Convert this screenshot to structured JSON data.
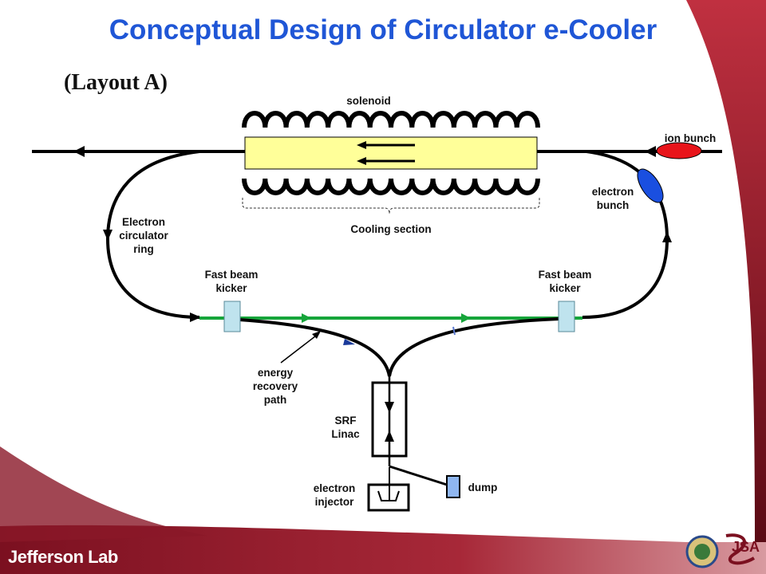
{
  "title": "Conceptual Design of Circulator e-Cooler",
  "subtitle": "(Layout A)",
  "labels": {
    "solenoid": "solenoid",
    "ion_bunch": "ion bunch",
    "electron_bunch": "electron\nbunch",
    "circulator_ring": "Electron\ncirculator\nring",
    "cooling_section": "Cooling section",
    "kicker_left": "Fast beam\nkicker",
    "kicker_right": "Fast beam\nkicker",
    "energy_recovery": "energy\nrecovery\npath",
    "srf_linac": "SRF\nLinac",
    "electron_injector": "electron\ninjector",
    "dump": "dump"
  },
  "footer": {
    "lab_logo": "Jefferson Lab",
    "jsa_logo": "JSA"
  },
  "colors": {
    "title": "#1f56d6",
    "ion_bunch": "#e8141a",
    "electron_bunch": "#1a4fe0",
    "solenoid_fill": "#ffff99",
    "kicker_fill": "#bfe3ee",
    "green_path": "#16a53a",
    "dump_fill": "#8fb6f0",
    "frame": "#7b1020"
  }
}
